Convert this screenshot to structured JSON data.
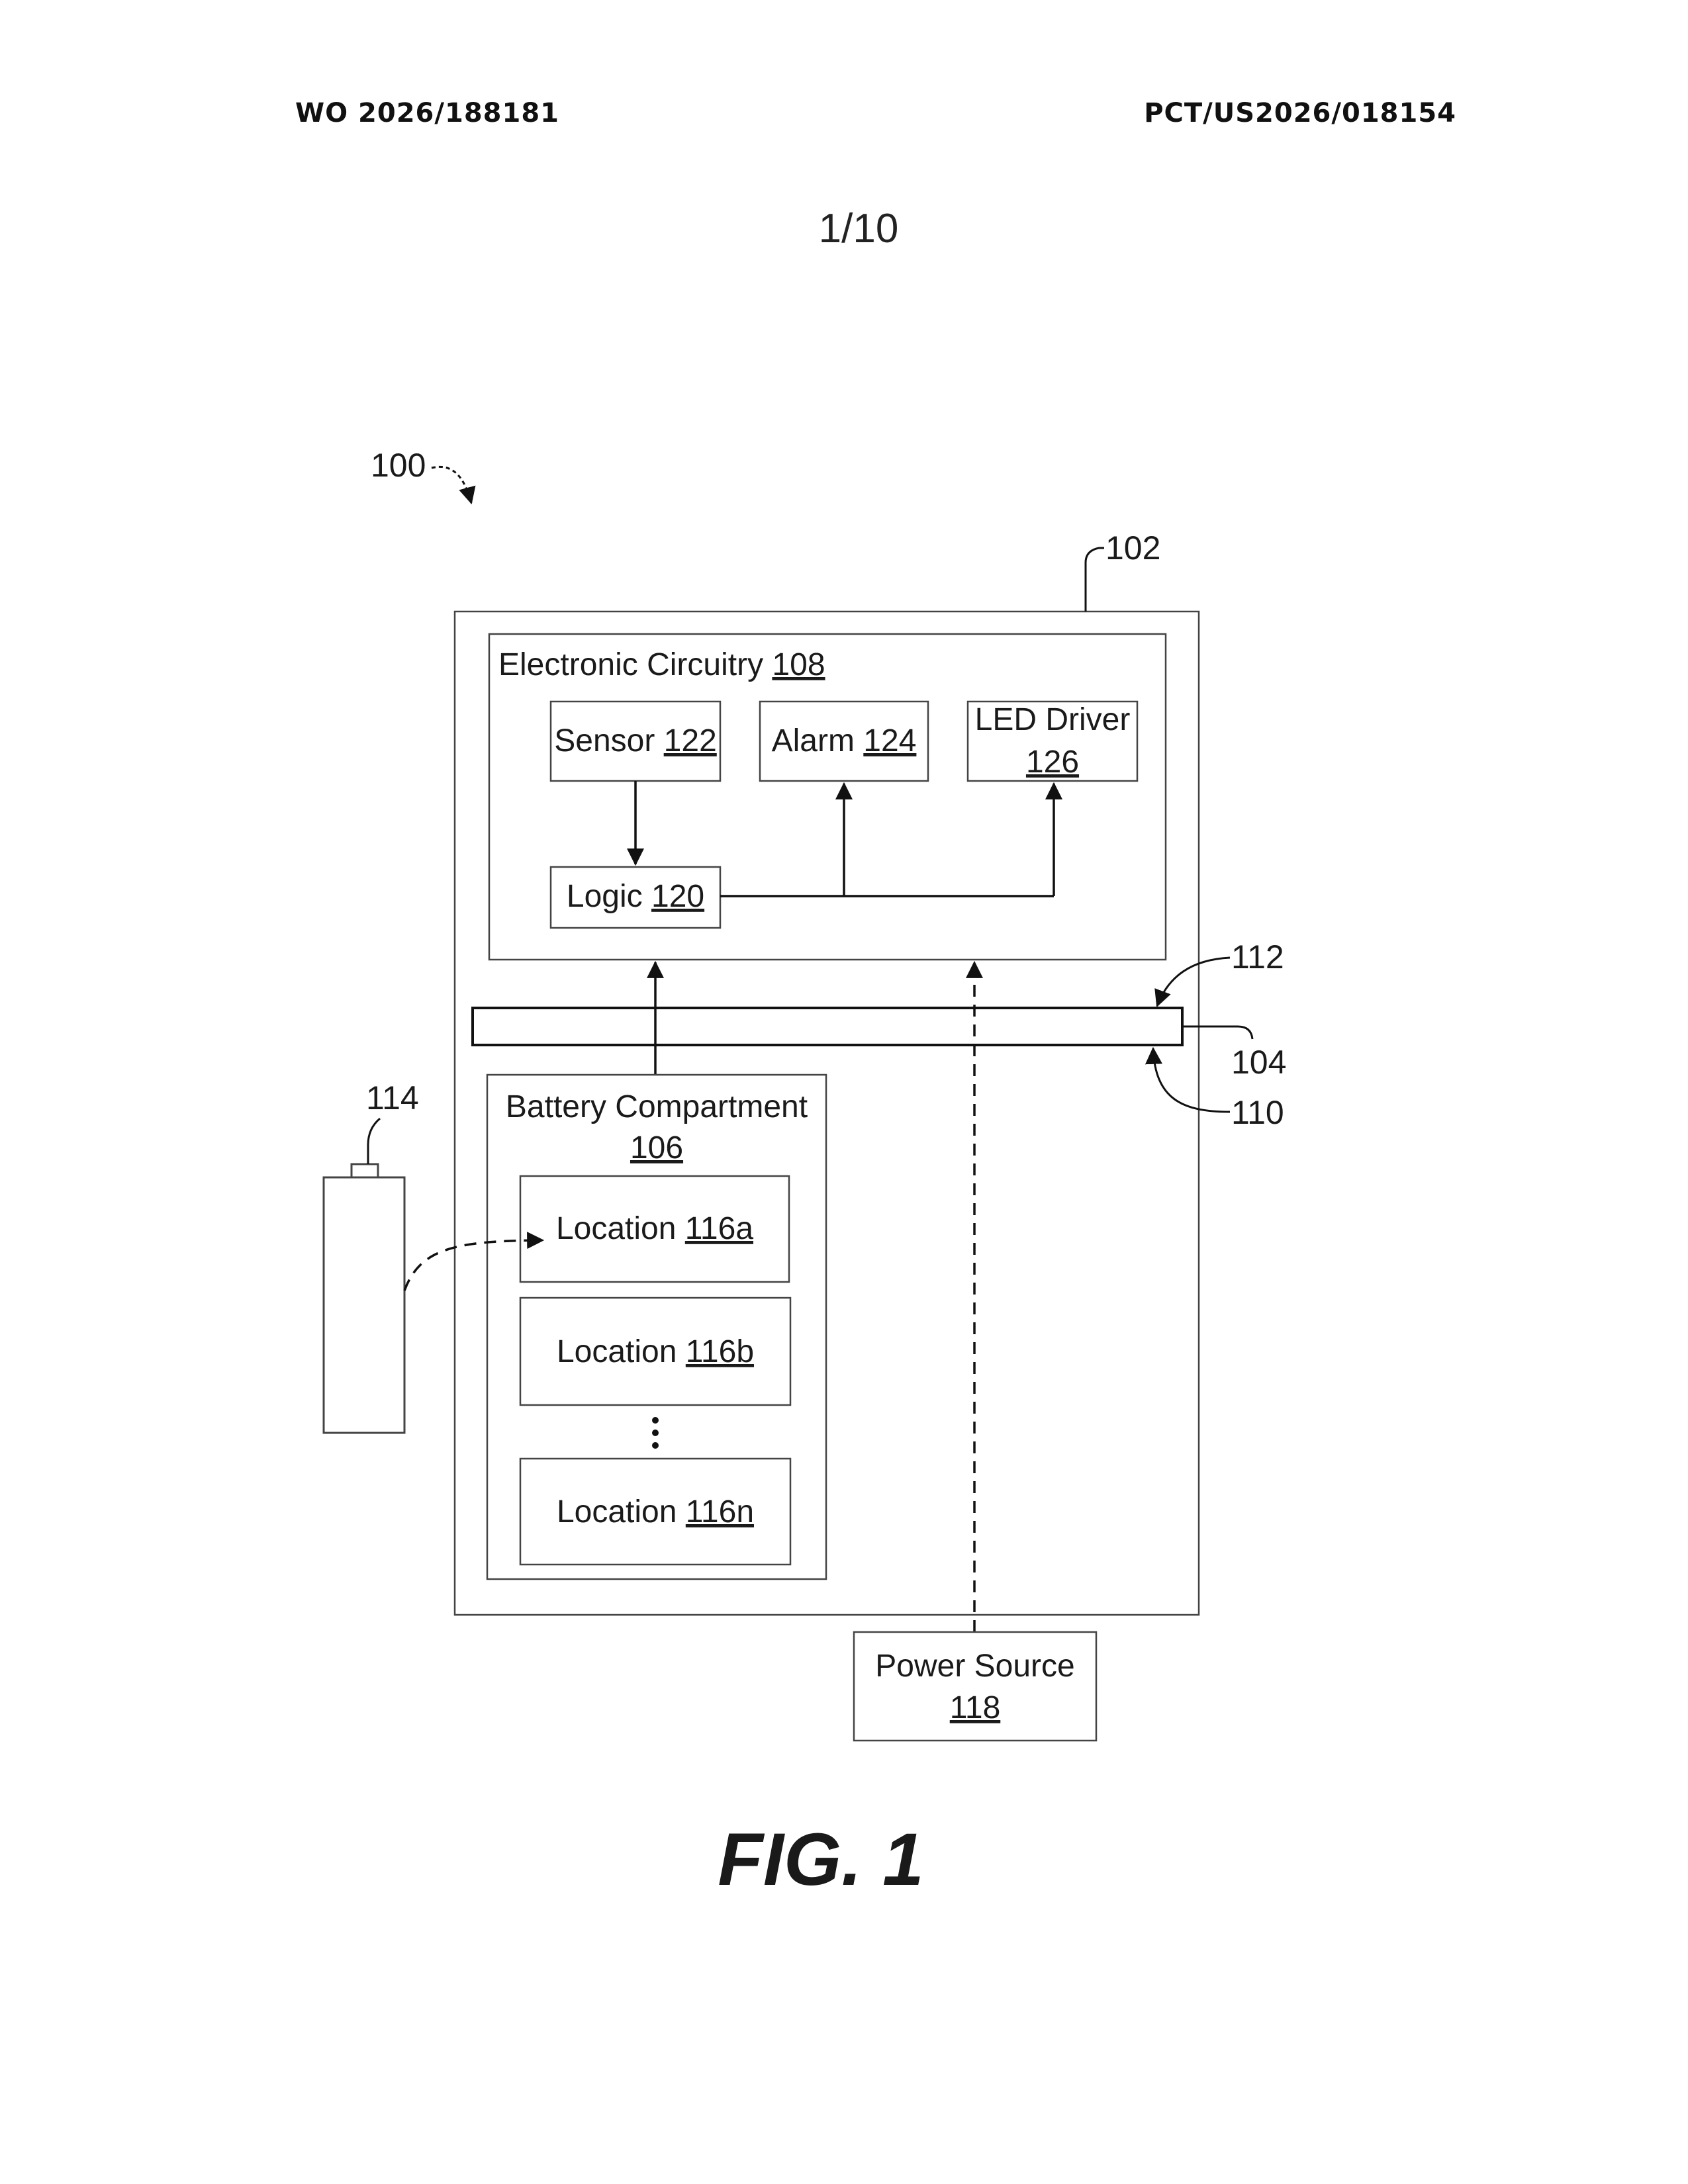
{
  "header": {
    "publication_number": "WO 2026/188181",
    "application_number": "PCT/US2026/018154",
    "sheet": "1/10"
  },
  "diagram": {
    "system_ref": "100",
    "housing_ref": "102",
    "plate_ref": "104",
    "plate_bottom_ref": "110",
    "plate_top_ref": "112",
    "battery_ref": "114",
    "electronic_circuitry": {
      "label": "Electronic Circuitry",
      "ref": "108"
    },
    "sensor": {
      "label": "Sensor",
      "ref": "122"
    },
    "alarm": {
      "label": "Alarm",
      "ref": "124"
    },
    "led_driver": {
      "label": "LED Driver",
      "ref": "126"
    },
    "logic": {
      "label": "Logic",
      "ref": "120"
    },
    "battery_compartment": {
      "label": "Battery Compartment",
      "ref": "106"
    },
    "locations": [
      {
        "label": "Location",
        "ref": "116a"
      },
      {
        "label": "Location",
        "ref": "116b"
      },
      {
        "label": "Location",
        "ref": "116n"
      }
    ],
    "power_source": {
      "label": "Power Source",
      "ref": "118"
    }
  },
  "figure_label": "FIG. 1"
}
